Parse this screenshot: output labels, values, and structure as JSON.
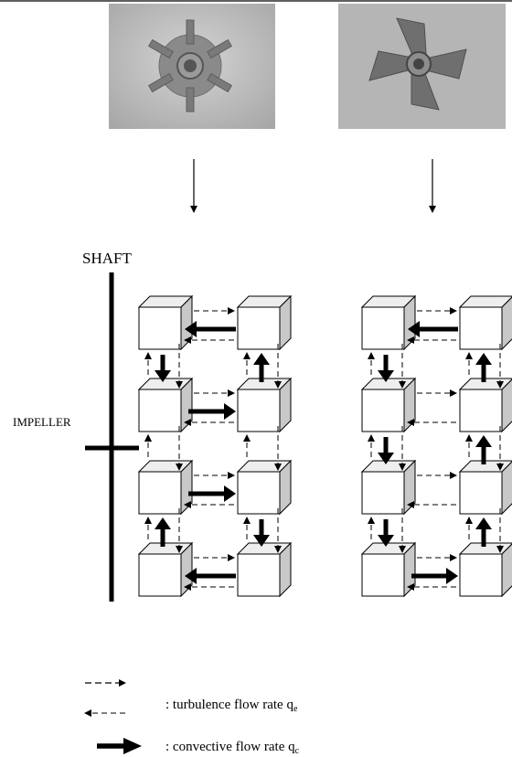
{
  "figure": {
    "photos": [
      {
        "name": "impeller-photo-radial-blade",
        "subject": "radial-blade impeller photo"
      },
      {
        "name": "impeller-photo-pitched-blade",
        "subject": "pitched-blade impeller photo"
      }
    ],
    "shaft_label": "SHAFT",
    "impeller_label": "IMPELLER"
  },
  "legend": {
    "turbulence_label": ": turbulence flow rate q",
    "turbulence_sub": "e",
    "convective_label": ": convective flow rate q",
    "convective_sub": "c"
  },
  "colors": {
    "line": "#000000",
    "cube_front": "#ffffff",
    "cube_side": "#c8c8c8",
    "cube_top": "#eeeeee",
    "photo_bg": "#b9b9b9"
  }
}
